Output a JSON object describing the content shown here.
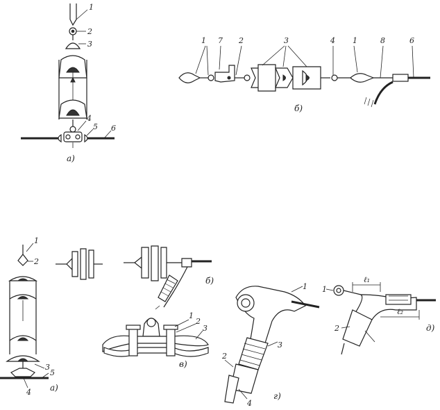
{
  "top": {
    "fig_a": {
      "labels": [
        "1",
        "2",
        "3",
        "4",
        "5",
        "6"
      ],
      "caption": "a)"
    },
    "fig_b": {
      "labels": [
        "1",
        "7",
        "2",
        "3",
        "4",
        "1",
        "8",
        "6"
      ],
      "caption": "б)"
    }
  },
  "bottom": {
    "fig_a": {
      "labels": [
        "1",
        "2",
        "3",
        "4",
        "5"
      ],
      "caption": "a)"
    },
    "fig_v": {
      "labels": [
        "1",
        "2",
        "3"
      ],
      "caption": "в)"
    },
    "fig_b": {
      "caption": "б)"
    },
    "fig_g": {
      "labels": [
        "1",
        "2",
        "3",
        "4"
      ],
      "caption": "г)"
    },
    "fig_d": {
      "labels": [
        "1",
        "2"
      ],
      "dims": [
        "ℓ₁",
        "ℓ₂"
      ],
      "caption": "д)"
    }
  }
}
